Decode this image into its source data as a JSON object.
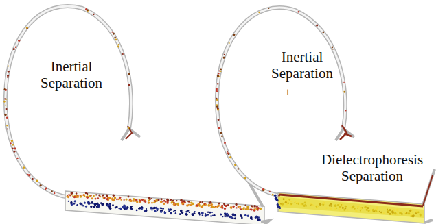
{
  "diagram": {
    "labels": [
      "Inertial Separation",
      "Inertial Separation",
      "+",
      "Dielectrophoresis Separation"
    ]
  }
}
